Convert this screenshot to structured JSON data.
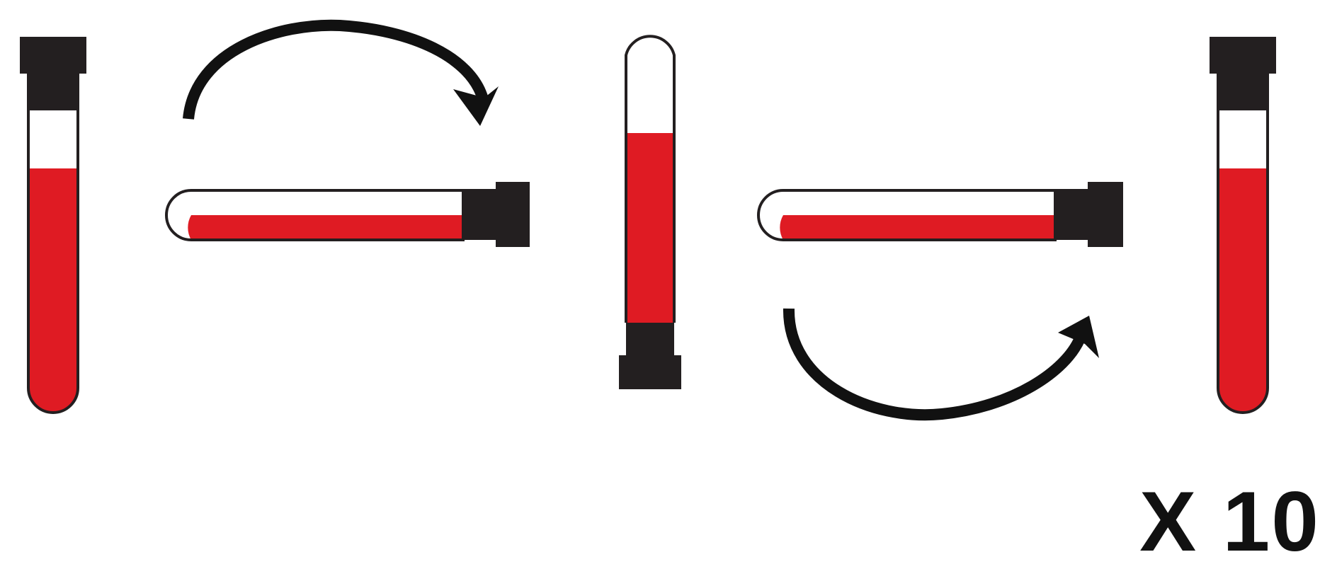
{
  "diagram": {
    "repeat_label": "X 10",
    "colors": {
      "blood": "#df1b23",
      "cap": "#231f20",
      "outline": "#231f20",
      "arrow": "#111111",
      "background": "#ffffff"
    },
    "steps": [
      {
        "name": "tube-upright-start",
        "orientation": "upright"
      },
      {
        "name": "arrow-rotate-clockwise",
        "icon": "curved-arrow-icon"
      },
      {
        "name": "tube-horizontal-first",
        "orientation": "horizontal"
      },
      {
        "name": "tube-inverted",
        "orientation": "inverted"
      },
      {
        "name": "tube-horizontal-second",
        "orientation": "horizontal"
      },
      {
        "name": "arrow-rotate-back",
        "icon": "curved-arrow-icon"
      },
      {
        "name": "tube-upright-end",
        "orientation": "upright"
      }
    ]
  }
}
